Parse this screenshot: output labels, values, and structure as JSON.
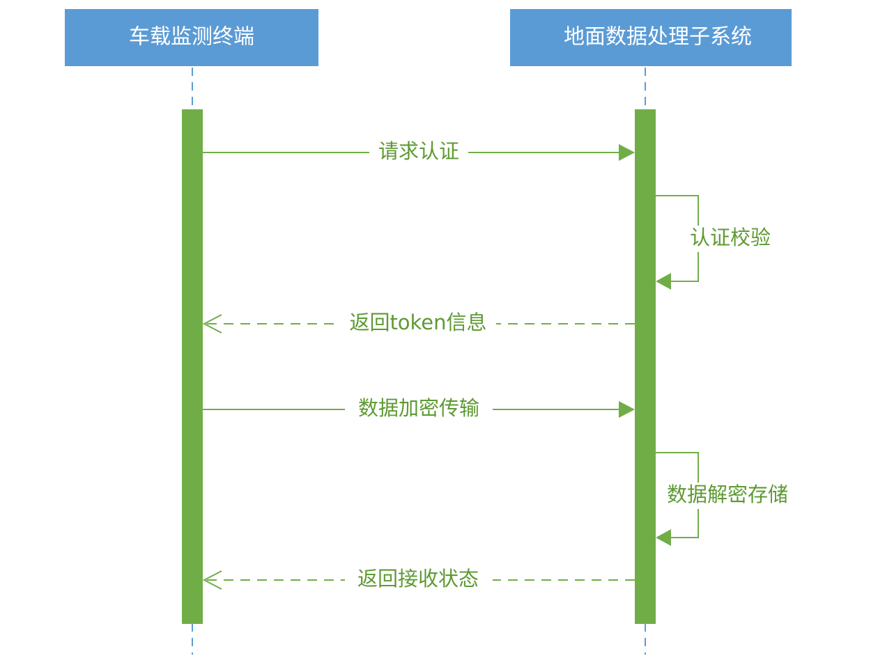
{
  "diagram": {
    "type": "sequence",
    "colors": {
      "actor_fill": "#5B9BD5",
      "actor_text": "#FFFFFF",
      "lifeline": "#5B9BD5",
      "activation": "#70AD47",
      "message": "#70AD47",
      "message_text": "#5E9A33"
    },
    "actors": [
      {
        "id": "vehicle",
        "label": "车载监测终端"
      },
      {
        "id": "ground",
        "label": "地面数据处理子系统"
      }
    ],
    "messages": [
      {
        "from": "vehicle",
        "to": "ground",
        "label": "请求认证",
        "style": "solid"
      },
      {
        "from": "ground",
        "to": "ground",
        "label": "认证校验",
        "style": "self"
      },
      {
        "from": "ground",
        "to": "vehicle",
        "label": "返回token信息",
        "style": "dashed"
      },
      {
        "from": "vehicle",
        "to": "ground",
        "label": "数据加密传输",
        "style": "solid"
      },
      {
        "from": "ground",
        "to": "ground",
        "label": "数据解密存储",
        "style": "self"
      },
      {
        "from": "ground",
        "to": "vehicle",
        "label": "返回接收状态",
        "style": "dashed"
      }
    ]
  }
}
